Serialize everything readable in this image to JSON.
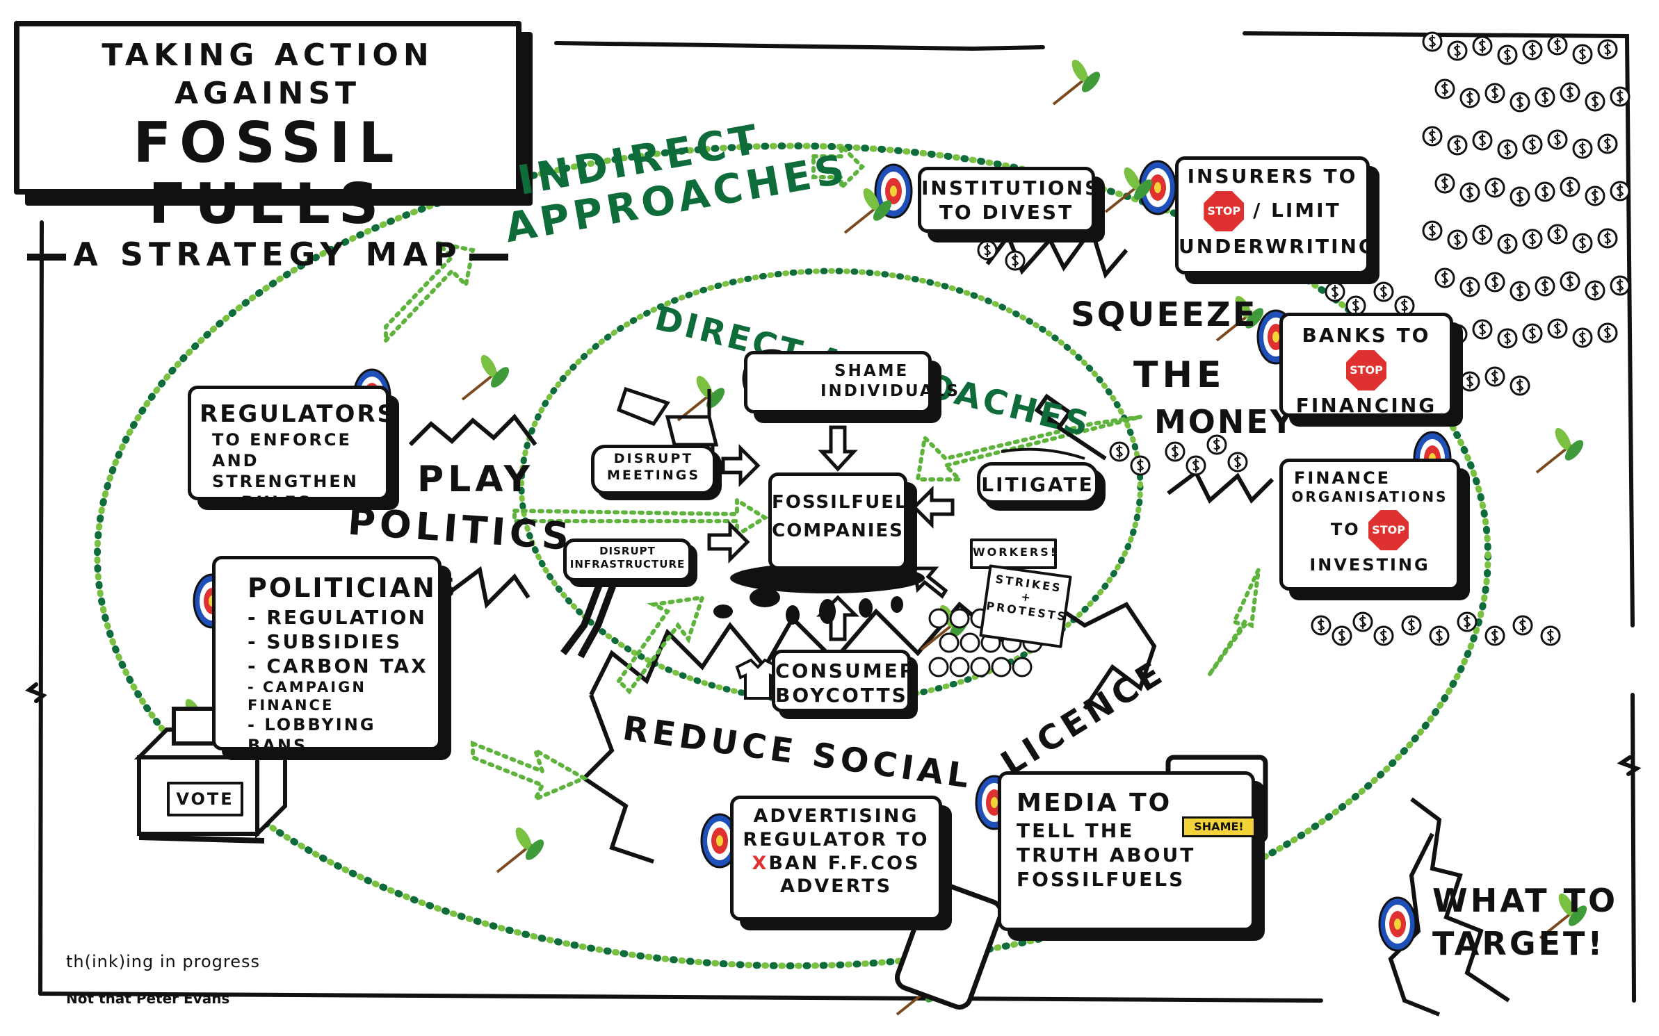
{
  "title": {
    "line1": "TAKING ACTION AGAINST",
    "line2": "FOSSIL FUELS",
    "line3": "A STRATEGY MAP"
  },
  "zones": {
    "indirect_line1": "INDIRECT",
    "indirect_line2": "APPROACHES",
    "direct": "DIRECT APPROACHES",
    "play": "PLAY",
    "politics": "POLITICS",
    "squeeze": "SQUEEZE",
    "the": "THE",
    "money": "MONEY",
    "reduce_social": "REDUCE SOCIAL",
    "licence": "LICENCE"
  },
  "center": {
    "line1": "FOSSILFUEL",
    "line2": "COMPANIES"
  },
  "direct_actions": {
    "shame_1": "SHAME",
    "shame_2": "INDIVIDUALS",
    "disrupt_meetings_1": "DISRUPT",
    "disrupt_meetings_2": "MEETINGS",
    "disrupt_infra_1": "DISRUPT",
    "disrupt_infra_2": "INFRASTRUCTURE",
    "litigate": "LITIGATE",
    "consumer": "CONSUMER",
    "boycotts": "BOYCOTTS",
    "workers": "WORKERS!",
    "strikes_1": "STRIKES",
    "strikes_2": "+",
    "strikes_3": "PROTESTS"
  },
  "targets": {
    "regulators": {
      "title": "REGULATORS",
      "line1": "TO ENFORCE",
      "line2": "AND STRENGTHEN",
      "line3": "RULES"
    },
    "politicians": {
      "title": "POLITICIANS",
      "items": [
        "- REGULATION",
        "- SUBSIDIES",
        "- CARBON TAX",
        "- CAMPAIGN FINANCE",
        "- LOBBYING BANS"
      ]
    },
    "institutions": {
      "line1": "INSTITUTIONS",
      "line2": "TO DIVEST"
    },
    "insurers": {
      "line1": "INSURERS TO",
      "stop": "STOP",
      "line2": "/ LIMIT",
      "line3": "UNDERWRITING"
    },
    "banks": {
      "line1": "BANKS TO",
      "stop": "STOP",
      "line2": "FINANCING"
    },
    "finance": {
      "line1": "FINANCE",
      "line2": "ORGANISATIONS",
      "line3": "TO",
      "stop": "STOP",
      "line4": "INVESTING"
    },
    "advertising": {
      "line1": "ADVERTISING",
      "line2": "REGULATOR TO",
      "x": "X",
      "line3": "BAN F.F.COS",
      "line4": "ADVERTS"
    },
    "media": {
      "line1": "MEDIA TO",
      "line2": "TELL THE",
      "line3": "TRUTH ABOUT",
      "line4": "FOSSILFUELS"
    }
  },
  "misc": {
    "vote": "VOTE",
    "shame_tv": "SHAME!",
    "what_to_target_1": "WHAT TO",
    "what_to_target_2": "TARGET!",
    "credit_1": "th(ink)ing in progress",
    "credit_2": "Not that Peter Evans"
  },
  "colors": {
    "ink": "#111111",
    "dots_dark": "#0e6b3a",
    "dots_light": "#7ac142",
    "stop_red": "#e03131",
    "target_blue": "#1f4fb8"
  },
  "icons": [
    "target-icon",
    "leaf-sprig-icon",
    "coin-dollar-icon",
    "stop-sign-icon",
    "gavel-icon",
    "ballot-box-icon",
    "tv-icon",
    "phone-icon",
    "chair-icon",
    "face-icon",
    "crowd-icon",
    "tshirt-icon",
    "ink-blot-icon",
    "arrow-icon"
  ]
}
